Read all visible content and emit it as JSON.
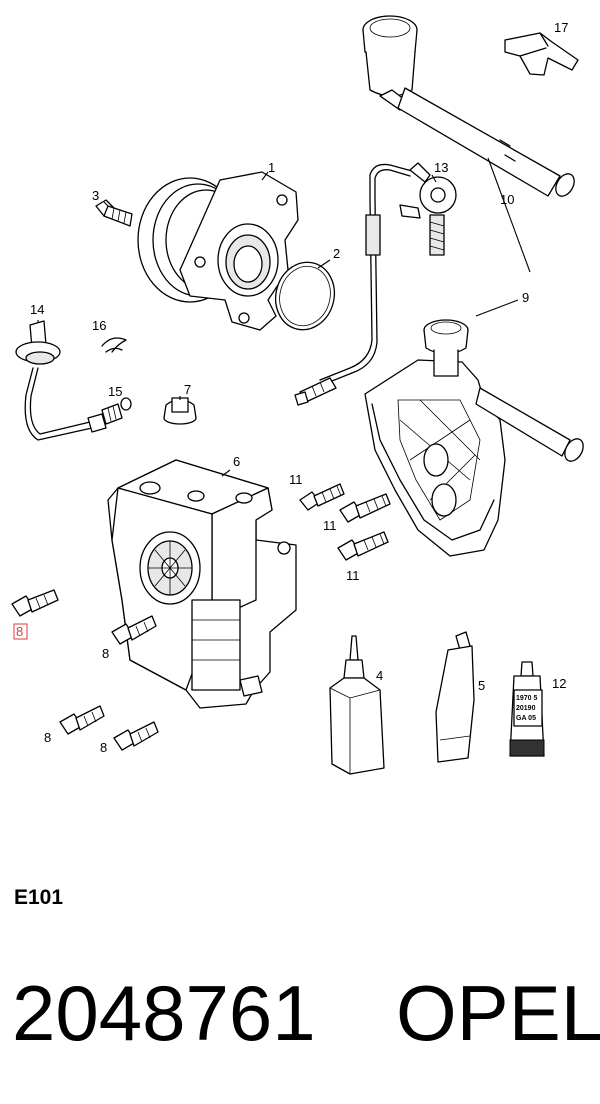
{
  "callouts": {
    "c1": "1",
    "c2": "2",
    "c3": "3",
    "c4": "4",
    "c5": "5",
    "c6": "6",
    "c7": "7",
    "c8a": "8",
    "c8b": "8",
    "c8c": "8",
    "c8d": "8",
    "c9": "9",
    "c10": "10",
    "c11a": "11",
    "c11b": "11",
    "c11c": "11",
    "c12": "12",
    "c13": "13",
    "c14": "14",
    "c15": "15",
    "c16": "16",
    "c17": "17"
  },
  "tube_label": {
    "line1": "1970 5",
    "line2": "20190",
    "line3": "GA 05"
  },
  "highlight_color": "#e0393e",
  "footer": {
    "diagram_code": "E101",
    "part_number": "2048761",
    "brand": "OPEL"
  }
}
